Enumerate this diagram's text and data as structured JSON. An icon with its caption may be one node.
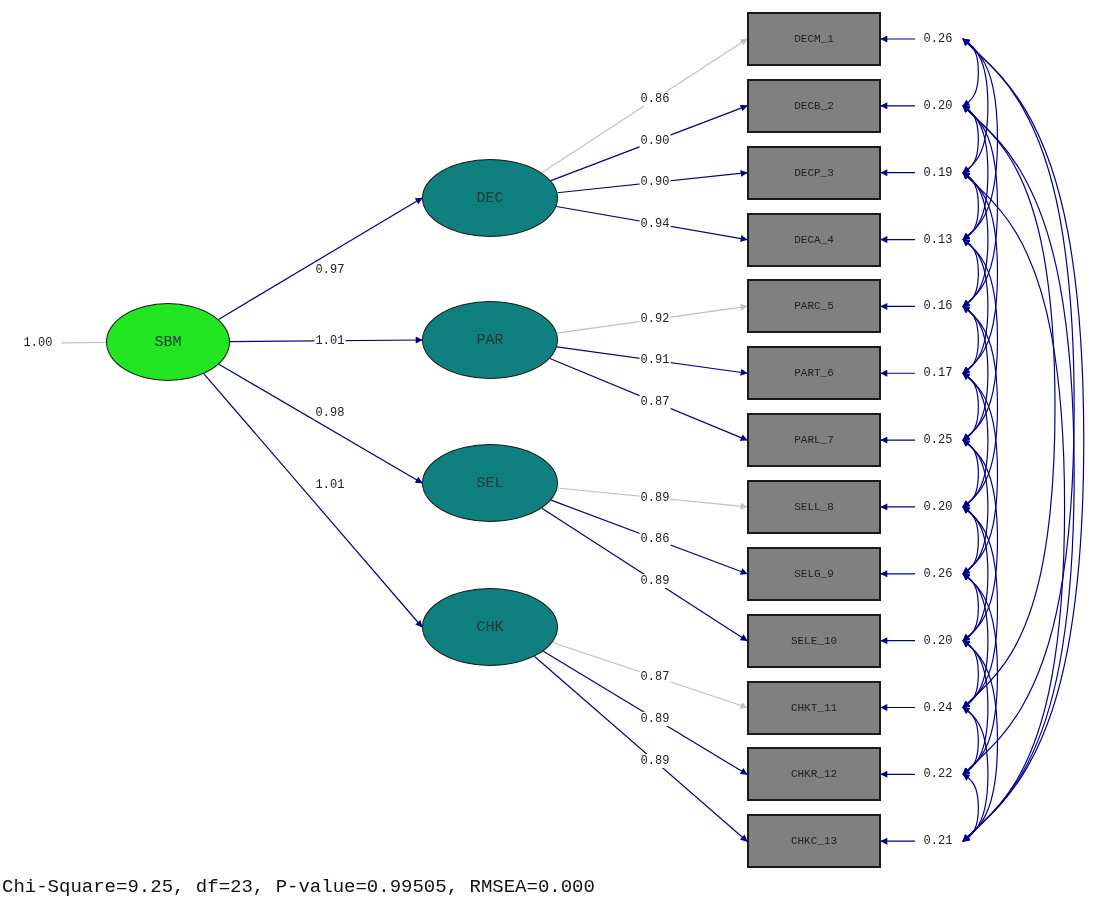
{
  "diagram": {
    "caption": "Chi-Square=9.25, df=23, P-value=0.99505, RMSEA=0.000",
    "nodes": [
      {
        "text": [
          "SBM"
        ]
      },
      {
        "text": [
          "DEC"
        ]
      },
      {
        "text": [
          "PAR"
        ]
      },
      {
        "text": [
          "SEL"
        ]
      },
      {
        "text": [
          "CHK"
        ]
      },
      {
        "text": [
          "DECM_1"
        ]
      },
      {
        "text": [
          "DECB_2"
        ]
      },
      {
        "text": [
          "DECP_3"
        ]
      },
      {
        "text": [
          "DECA_4"
        ]
      },
      {
        "text": [
          "PARC_5"
        ]
      },
      {
        "text": [
          "PART_6"
        ]
      },
      {
        "text": [
          "PARL_7"
        ]
      },
      {
        "text": [
          "SELL_8"
        ]
      },
      {
        "text": [
          "SELG_9"
        ]
      },
      {
        "text": [
          "SELE_10"
        ]
      },
      {
        "text": [
          "CHKT_11"
        ]
      },
      {
        "text": [
          "CHKR_12"
        ]
      },
      {
        "text": [
          "CHKC_13"
        ]
      },
      {
        "text": [
          "0.26"
        ]
      },
      {
        "text": [
          "0.20"
        ]
      },
      {
        "text": [
          "0.19"
        ]
      },
      {
        "text": [
          "0.13"
        ]
      },
      {
        "text": [
          "0.16"
        ]
      },
      {
        "text": [
          "0.17"
        ]
      },
      {
        "text": [
          "0.25"
        ]
      },
      {
        "text": [
          "0.20"
        ]
      },
      {
        "text": [
          "0.26"
        ]
      },
      {
        "text": [
          "0.20"
        ]
      },
      {
        "text": [
          "0.24"
        ]
      },
      {
        "text": [
          "0.22"
        ]
      },
      {
        "text": [
          "0.21"
        ]
      },
      {
        "text": [
          "1.00"
        ]
      }
    ],
    "edges": [
      {
        "from": 31,
        "to": 0,
        "arrow": "none",
        "color": "#c0c0c0"
      },
      {
        "from": 0,
        "to": 1,
        "arrow": "to",
        "label": "0.97"
      },
      {
        "from": 0,
        "to": 2,
        "arrow": "to",
        "label": "1.01"
      },
      {
        "from": 0,
        "to": 3,
        "arrow": "to",
        "label": "0.98"
      },
      {
        "from": 0,
        "to": 4,
        "arrow": "to",
        "label": "1.01"
      },
      {
        "from": 1,
        "to": 5,
        "arrow": "to",
        "label": "0.86",
        "color": "#c0c0c0"
      },
      {
        "from": 1,
        "to": 6,
        "arrow": "to",
        "label": "0.90"
      },
      {
        "from": 1,
        "to": 7,
        "arrow": "to",
        "label": "0.90"
      },
      {
        "from": 1,
        "to": 8,
        "arrow": "to",
        "label": "0.94"
      },
      {
        "from": 2,
        "to": 9,
        "arrow": "to",
        "label": "0.92",
        "color": "#c0c0c0"
      },
      {
        "from": 2,
        "to": 10,
        "arrow": "to",
        "label": "0.91"
      },
      {
        "from": 2,
        "to": 11,
        "arrow": "to",
        "label": "0.87"
      },
      {
        "from": 3,
        "to": 12,
        "arrow": "to",
        "label": "0.89",
        "color": "#c0c0c0"
      },
      {
        "from": 3,
        "to": 13,
        "arrow": "to",
        "label": "0.86"
      },
      {
        "from": 3,
        "to": 14,
        "arrow": "to",
        "label": "0.89"
      },
      {
        "from": 4,
        "to": 15,
        "arrow": "to",
        "label": "0.87",
        "color": "#c0c0c0"
      },
      {
        "from": 4,
        "to": 16,
        "arrow": "to",
        "label": "0.89"
      },
      {
        "from": 4,
        "to": 17,
        "arrow": "to",
        "label": "0.89"
      },
      {
        "from": 18,
        "to": 5,
        "arrow": "to"
      },
      {
        "from": 19,
        "to": 6,
        "arrow": "to"
      },
      {
        "from": 20,
        "to": 7,
        "arrow": "to"
      },
      {
        "from": 21,
        "to": 8,
        "arrow": "to"
      },
      {
        "from": 22,
        "to": 9,
        "arrow": "to"
      },
      {
        "from": 23,
        "to": 10,
        "arrow": "to"
      },
      {
        "from": 24,
        "to": 11,
        "arrow": "to"
      },
      {
        "from": 25,
        "to": 12,
        "arrow": "to"
      },
      {
        "from": 26,
        "to": 13,
        "arrow": "to"
      },
      {
        "from": 27,
        "to": 14,
        "arrow": "to"
      },
      {
        "from": 28,
        "to": 15,
        "arrow": "to"
      },
      {
        "from": 29,
        "to": 16,
        "arrow": "to"
      },
      {
        "from": 30,
        "to": 17,
        "arrow": "to"
      },
      {
        "from": 18,
        "to": 19,
        "arrow": "both"
      },
      {
        "from": 19,
        "to": 20,
        "arrow": "both"
      },
      {
        "from": 20,
        "to": 21,
        "arrow": "both"
      },
      {
        "from": 21,
        "to": 22,
        "arrow": "both"
      },
      {
        "from": 22,
        "to": 23,
        "arrow": "both"
      },
      {
        "from": 23,
        "to": 24,
        "arrow": "both"
      },
      {
        "from": 24,
        "to": 25,
        "arrow": "both"
      },
      {
        "from": 25,
        "to": 26,
        "arrow": "both"
      },
      {
        "from": 26,
        "to": 27,
        "arrow": "both"
      },
      {
        "from": 27,
        "to": 28,
        "arrow": "both"
      },
      {
        "from": 28,
        "to": 29,
        "arrow": "both"
      },
      {
        "from": 29,
        "to": 30,
        "arrow": "both"
      },
      {
        "from": 18,
        "to": 20,
        "arrow": "both"
      },
      {
        "from": 19,
        "to": 21,
        "arrow": "both"
      },
      {
        "from": 20,
        "to": 22,
        "arrow": "both"
      },
      {
        "from": 21,
        "to": 23,
        "arrow": "both"
      },
      {
        "from": 22,
        "to": 24,
        "arrow": "both"
      },
      {
        "from": 23,
        "to": 25,
        "arrow": "both"
      },
      {
        "from": 24,
        "to": 26,
        "arrow": "both"
      },
      {
        "from": 25,
        "to": 27,
        "arrow": "both"
      },
      {
        "from": 26,
        "to": 28,
        "arrow": "both"
      },
      {
        "from": 27,
        "to": 29,
        "arrow": "both"
      },
      {
        "from": 28,
        "to": 30,
        "arrow": "both"
      },
      {
        "from": 18,
        "to": 21,
        "arrow": "both"
      },
      {
        "from": 19,
        "to": 22,
        "arrow": "both"
      },
      {
        "from": 20,
        "to": 23,
        "arrow": "both"
      },
      {
        "from": 21,
        "to": 24,
        "arrow": "both"
      },
      {
        "from": 22,
        "to": 25,
        "arrow": "both"
      },
      {
        "from": 23,
        "to": 26,
        "arrow": "both"
      },
      {
        "from": 24,
        "to": 27,
        "arrow": "both"
      },
      {
        "from": 25,
        "to": 28,
        "arrow": "both"
      },
      {
        "from": 26,
        "to": 29,
        "arrow": "both"
      },
      {
        "from": 27,
        "to": 30,
        "arrow": "both"
      },
      {
        "from": 18,
        "to": 30,
        "arrow": "both"
      },
      {
        "from": 19,
        "to": 30,
        "arrow": "both"
      },
      {
        "from": 18,
        "to": 29,
        "arrow": "both"
      },
      {
        "from": 20,
        "to": 30,
        "arrow": "both"
      },
      {
        "from": 19,
        "to": 28,
        "arrow": "both"
      }
    ]
  }
}
